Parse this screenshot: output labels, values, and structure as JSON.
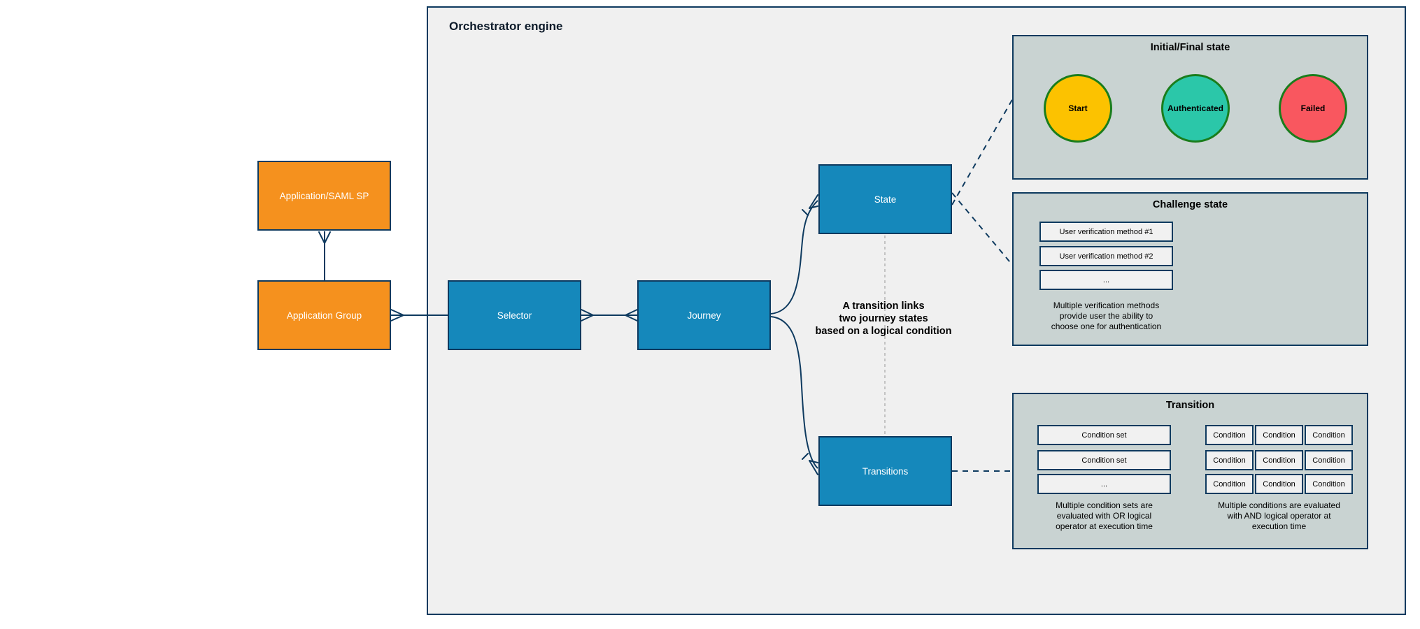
{
  "orchestrator": {
    "title": "Orchestrator engine"
  },
  "nodes": {
    "app_saml": {
      "label": "Application/SAML SP"
    },
    "app_group": {
      "label": "Application Group"
    },
    "selector": {
      "label": "Selector"
    },
    "journey": {
      "label": "Journey"
    },
    "state": {
      "label": "State"
    },
    "transitions": {
      "label": "Transitions"
    }
  },
  "annotation": {
    "text": "A transition links\ntwo journey states\nbased on a logical condition"
  },
  "panels": {
    "initial_final": {
      "title": "Initial/Final state",
      "circles": [
        {
          "label": "Start",
          "fill": "#FCC200"
        },
        {
          "label": "Authenticated",
          "fill": "#2BC7A9"
        },
        {
          "label": "Failed",
          "fill": "#F9575F"
        }
      ]
    },
    "challenge": {
      "title": "Challenge state",
      "methods": [
        "User verification method #1",
        "User verification method #2",
        "..."
      ],
      "caption": "Multiple verification methods\nprovide user the ability to\nchoose one for authentication"
    },
    "transition": {
      "title": "Transition",
      "condition_sets": [
        "Condition set",
        "Condition set",
        "..."
      ],
      "caption_left": "Multiple condition sets are\nevaluated with OR logical\noperator at execution time",
      "condition_rows": [
        [
          "Condition",
          "Condition",
          "Condition"
        ],
        [
          "Condition",
          "Condition",
          "Condition"
        ],
        [
          "Condition",
          "Condition",
          "Condition"
        ]
      ],
      "caption_right": "Multiple conditions are evaluated\nwith AND logical operator at\nexecution time"
    }
  },
  "colors": {
    "node_blue": "#1588BB",
    "node_orange": "#F5911E",
    "border_navy": "#0E3A5F",
    "engine_bg": "#F0F0F0",
    "panel_bg": "#C9D3D2",
    "panel_inner_bg": "#F1F1F1",
    "circle_green": "#1A7D1C",
    "dashed_gray": "#B4B4B4"
  }
}
